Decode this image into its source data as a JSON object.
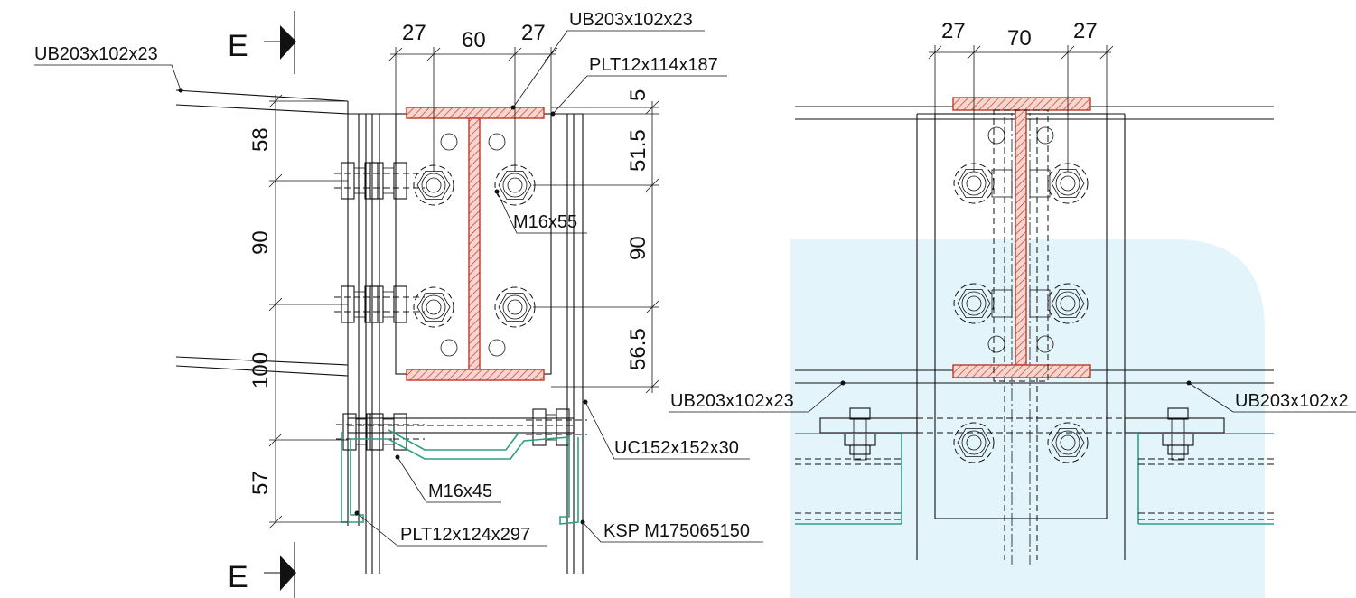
{
  "colors": {
    "line": "#111111",
    "hatch_section": "#c0392b",
    "cold_formed_section": "#2e9e85",
    "highlight_region": "#e4f4fb"
  },
  "left_view": {
    "section_mark_top": "E",
    "section_mark_bottom": "E",
    "dims_top": [
      "27",
      "60",
      "27"
    ],
    "dims_left": [
      "58",
      "90",
      "100",
      "57"
    ],
    "dims_right": [
      "5",
      "51.5",
      "90",
      "56.5"
    ],
    "labels": {
      "beam_incoming": "UB203x102x23",
      "beam_top": "UB203x102x23",
      "plate_top": "PLT12x114x187",
      "bolt_upper": "M16x55",
      "column": "UC152x152x30",
      "bolt_lower": "M16x45",
      "plate_bottom": "PLT12x124x297",
      "purlin": "KSP M175065150"
    }
  },
  "right_view": {
    "dims_top": [
      "27",
      "70",
      "27"
    ],
    "labels": {
      "beam_left": "UB203x102x23",
      "beam_right": "UB203x102x2"
    }
  }
}
